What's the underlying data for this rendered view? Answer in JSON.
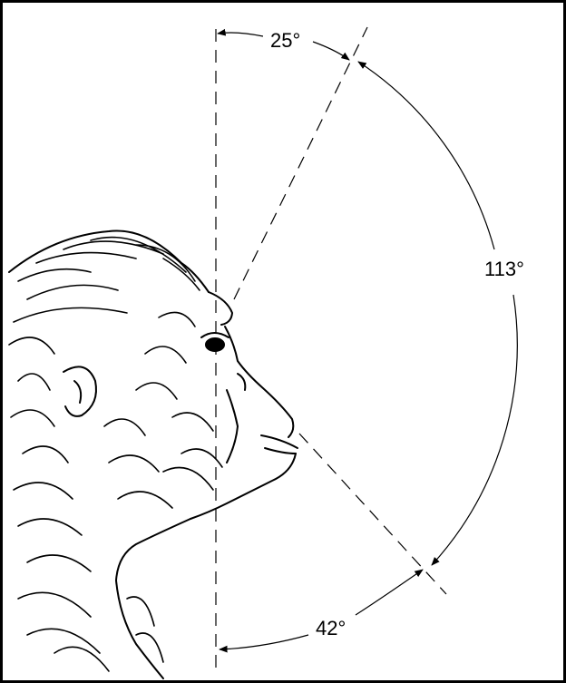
{
  "diagram": {
    "angles": {
      "upper": "25°",
      "arc": "113°",
      "lower": "42°"
    },
    "colors": {
      "ink": "#000000",
      "background": "#ffffff"
    }
  }
}
